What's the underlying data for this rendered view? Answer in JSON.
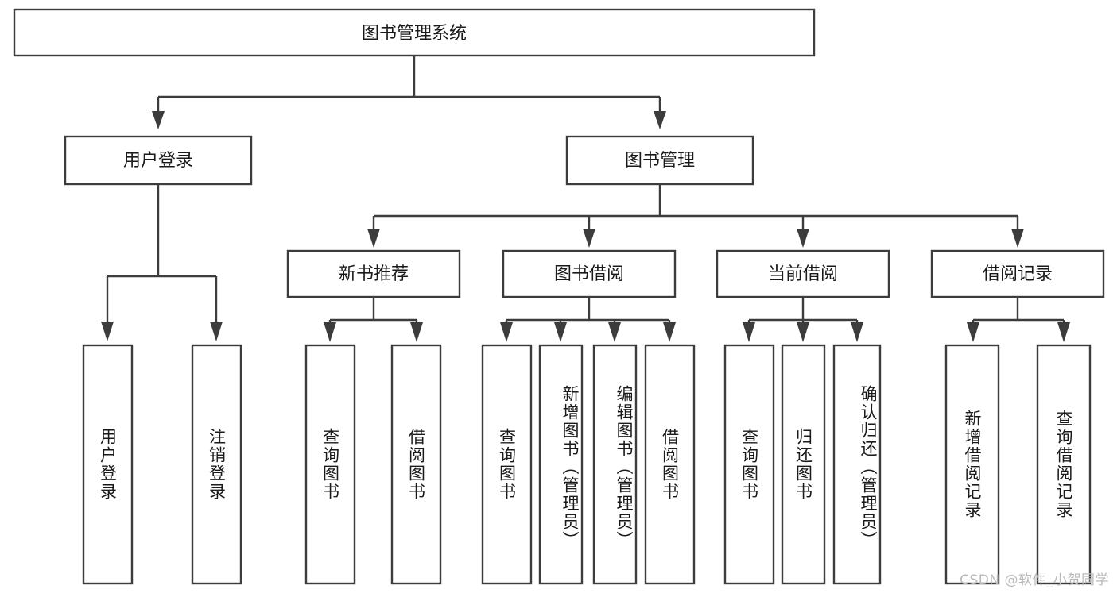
{
  "diagram": {
    "title": "图书管理系统",
    "type": "tree-hierarchy-chart",
    "orientation": "top-down",
    "colors": {
      "stroke": "#3c3c3c",
      "box_fill": "#ffffff",
      "text": "#1a1a1a",
      "background": "#ffffff",
      "watermark": "#b9b9b9"
    }
  },
  "watermark": {
    "text": "CSDN @软件_小贺同学"
  },
  "nodes": {
    "root": {
      "label": "图书管理系统",
      "level": 0,
      "orientation": "horizontal"
    },
    "level1": [
      {
        "id": "user-login",
        "label": "用户登录",
        "orientation": "horizontal"
      },
      {
        "id": "book-manage",
        "label": "图书管理",
        "orientation": "horizontal"
      }
    ],
    "level2": [
      {
        "id": "new-book-recommend",
        "label": "新书推荐",
        "parent": "book-manage",
        "orientation": "horizontal"
      },
      {
        "id": "book-borrow",
        "label": "图书借阅",
        "parent": "book-manage",
        "orientation": "horizontal"
      },
      {
        "id": "current-borrow",
        "label": "当前借阅",
        "parent": "book-manage",
        "orientation": "horizontal"
      },
      {
        "id": "borrow-record",
        "label": "借阅记录",
        "parent": "book-manage",
        "orientation": "horizontal"
      }
    ],
    "leaves": [
      {
        "id": "leaf-user-login",
        "label": "用户登录",
        "parent": "user-login",
        "orientation": "vertical"
      },
      {
        "id": "leaf-logout-login",
        "label": "注销登录",
        "parent": "user-login",
        "orientation": "vertical"
      },
      {
        "id": "leaf-query-book-1",
        "label": "查询图书",
        "parent": "new-book-recommend",
        "orientation": "vertical"
      },
      {
        "id": "leaf-borrow-book-1",
        "label": "借阅图书",
        "parent": "new-book-recommend",
        "orientation": "vertical"
      },
      {
        "id": "leaf-query-book-2",
        "label": "查询图书",
        "parent": "book-borrow",
        "orientation": "vertical"
      },
      {
        "id": "leaf-add-book",
        "label": "新增图书（管理员）",
        "parent": "book-borrow",
        "orientation": "vertical"
      },
      {
        "id": "leaf-edit-book",
        "label": "编辑图书（管理员）",
        "parent": "book-borrow",
        "orientation": "vertical"
      },
      {
        "id": "leaf-borrow-book-2",
        "label": "借阅图书",
        "parent": "book-borrow",
        "orientation": "vertical"
      },
      {
        "id": "leaf-query-book-3",
        "label": "查询图书",
        "parent": "current-borrow",
        "orientation": "vertical"
      },
      {
        "id": "leaf-return-book",
        "label": "归还图书",
        "parent": "current-borrow",
        "orientation": "vertical"
      },
      {
        "id": "leaf-confirm-return",
        "label": "确认归还（管理员）",
        "parent": "current-borrow",
        "orientation": "vertical"
      },
      {
        "id": "leaf-add-record",
        "label": "新增借阅记录",
        "parent": "borrow-record",
        "orientation": "vertical"
      },
      {
        "id": "leaf-query-record",
        "label": "查询借阅记录",
        "parent": "borrow-record",
        "orientation": "vertical"
      }
    ]
  }
}
